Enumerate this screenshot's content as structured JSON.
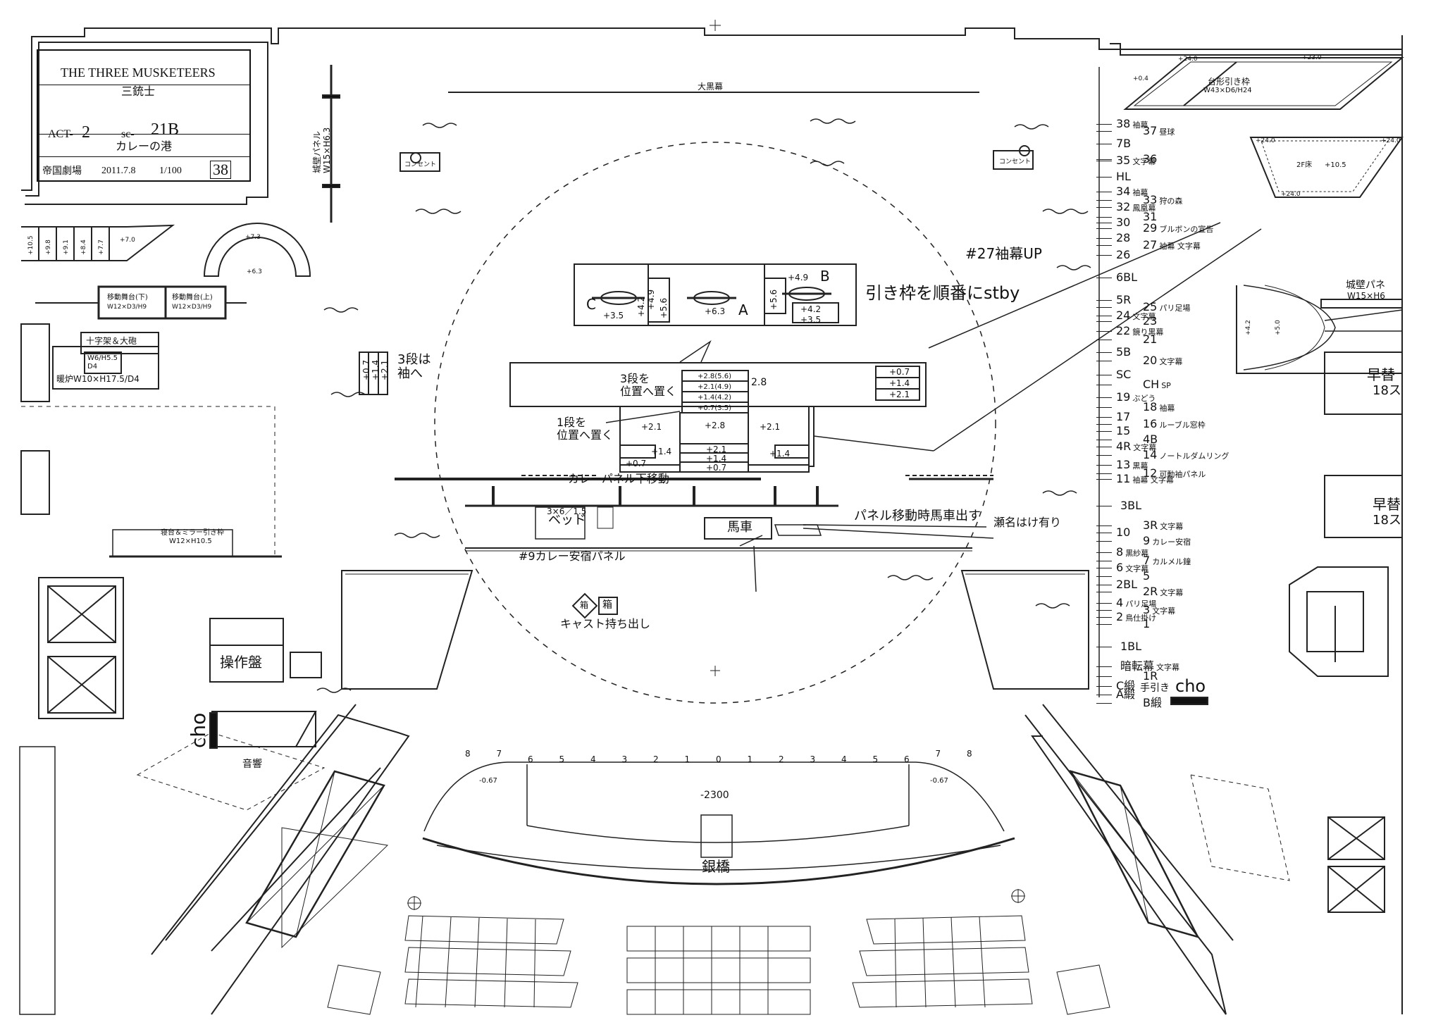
{
  "title_block": {
    "play_title": "THE THREE MUSKETEERS",
    "play_title_ja": "三銃士",
    "act_label": "ACT-",
    "act_no": "2",
    "scene_label": "sc-",
    "scene_no": "21B",
    "scene_name": "カレーの港",
    "venue": "帝国劇場",
    "date": "2011.7.8",
    "scale": "1/100",
    "sheet_no": "38"
  },
  "stage_labels": {
    "big_black_curtain": "大黒幕",
    "castle_wall_panel": "城壁パネル",
    "castle_wall_panel_size": "W15×H6.3",
    "console_left": "コンセント",
    "console_right": "コンセント",
    "curtain_up": "#27袖幕UP",
    "hikiwaku_stby": "引き枠を順番にstby",
    "frame_c": "C",
    "frame_a": "A",
    "frame_b": "B",
    "frame_c_h": "+3.5",
    "frame_a_h": "+6.3",
    "frame_b_h": "+4.9",
    "frame_b_sub1": "+4.2",
    "frame_b_sub2": "+3.5",
    "frame_c_sub1": "+4.2",
    "frame_c_sub2": "+4.9",
    "frame_a_sub": "+5.6",
    "frame_b_side": "+5.6",
    "three_tier_wing": "3段は",
    "three_tier_wing2": "袖へ",
    "three_tier_place": "3段を",
    "three_tier_place2": "位置へ置く",
    "one_tier_place": "1段を",
    "one_tier_place2": "位置へ置く",
    "step_28_56": "+2.8(5.6)",
    "step_21_49": "+2.1(4.9)",
    "step_14_42": "+1.4(4.2)",
    "step_07_35": "+0.7(3.5)",
    "step_28": "2.8",
    "step_left_07": "+0.7",
    "step_left_14": "+1.4",
    "step_left_21": "+2.1",
    "step_right_07": "+0.7",
    "step_right_14": "+1.4",
    "step_right_21": "+2.1",
    "stair_21_l": "+2.1",
    "stair_28": "+2.8",
    "stair_21_r": "+2.1",
    "stair_14_l": "+1.4",
    "stair_21_c": "+2.1",
    "stair_14_c": "+1.4",
    "stair_14_r": "+1.4",
    "stair_07_l": "+0.7",
    "stair_07_c": "+0.7",
    "calais_panel_move": "カレーパネル下移動",
    "bed": "ベッド",
    "bed_size": "3×6／1.5",
    "carriage": "馬車",
    "panel_move_carriage": "パネル移動時馬車出す",
    "senna_hake": "瀬名はけ有り",
    "calais_inn_panel": "#9カレー安宿パネル",
    "box_sym": "箱",
    "box": "箱",
    "cast_carry": "キャスト持ち出し",
    "operation_panel": "操作盤",
    "sound": "音響",
    "cho_left": "cho",
    "cho_right": "cho",
    "tehiki": "手引き",
    "silver_bridge": "銀橋",
    "pit_depth": "-2300",
    "pit_left": "-0.67",
    "pit_right": "-0.67",
    "moving_stage_lower": "移動舞台(下)",
    "moving_stage_lower_size": "W12×D3/H9",
    "moving_stage_upper": "移動舞台(上)",
    "moving_stage_upper_size": "W12×D3/H9",
    "cross_frame": "十字架＆大砲",
    "w6h55": "W6/H5.5",
    "d4": "D4",
    "fireplace": "暖炉W10×H17.5/D4",
    "bed_mirror_frame": "寝台＆ミラー引き枠",
    "bed_mirror_size": "W12×H10.5",
    "ramp_70": "+7.0",
    "ramp_77": "+7.7",
    "ramp_84": "+8.4",
    "ramp_91": "+9.1",
    "ramp_98": "+9.8",
    "ramp_105": "+10.5",
    "arch_73": "+7.3",
    "arch_63": "+6.3",
    "daikei_frame": "台形引き枠",
    "daikei_size": "W43×D6/H24",
    "daikei_240": "+24.0",
    "daikei_230": "+23.0",
    "daikei_04": "+0.4",
    "floor_2f": "2F床",
    "floor_2f_h": "+10.5",
    "floor_240a": "+24.0",
    "floor_240b": "+24.0",
    "floor_240c": "+24.0",
    "castle_wall_right": "城壁パネ",
    "castle_wall_right_size": "W15×H6",
    "castle_42": "+4.2",
    "castle_50": "+5.0",
    "quick_change_1": "早替",
    "quick_change_1b": "18ス",
    "quick_change_2": "早替",
    "quick_change_2b": "18ス"
  },
  "line_set": [
    {
      "no": "38",
      "name": "袖幕"
    },
    {
      "no": "37",
      "name": "昼球"
    },
    {
      "no": "7B",
      "name": ""
    },
    {
      "no": "36",
      "name": ""
    },
    {
      "no": "35",
      "name": "文字幕"
    },
    {
      "no": "HL",
      "name": ""
    },
    {
      "no": "34",
      "name": "袖幕"
    },
    {
      "no": "33",
      "name": "狩の森"
    },
    {
      "no": "32",
      "name": "鳳凰幕"
    },
    {
      "no": "31",
      "name": ""
    },
    {
      "no": "30",
      "name": ""
    },
    {
      "no": "29",
      "name": "ブルボンの宣告"
    },
    {
      "no": "28",
      "name": ""
    },
    {
      "no": "27",
      "name": "袖幕 文字幕"
    },
    {
      "no": "26",
      "name": ""
    },
    {
      "no": "6BL",
      "name": ""
    },
    {
      "no": "5R",
      "name": ""
    },
    {
      "no": "25",
      "name": "パリ足場"
    },
    {
      "no": "24",
      "name": "文字幕"
    },
    {
      "no": "23",
      "name": ""
    },
    {
      "no": "22",
      "name": "鏡り黒幕"
    },
    {
      "no": "21",
      "name": ""
    },
    {
      "no": "5B",
      "name": ""
    },
    {
      "no": "20",
      "name": "文字幕"
    },
    {
      "no": "SC",
      "name": ""
    },
    {
      "no": "CH",
      "name": "SP"
    },
    {
      "no": "19",
      "name": "ぶどう"
    },
    {
      "no": "18",
      "name": "袖幕"
    },
    {
      "no": "17",
      "name": ""
    },
    {
      "no": "16",
      "name": "ルーブル窓枠"
    },
    {
      "no": "15",
      "name": ""
    },
    {
      "no": "4B",
      "name": ""
    },
    {
      "no": "4R",
      "name": "文字幕"
    },
    {
      "no": "14",
      "name": "ノートルダムリング"
    },
    {
      "no": "13",
      "name": "黒幕"
    },
    {
      "no": "12",
      "name": "可動袖パネル"
    },
    {
      "no": "11",
      "name": "袖幕 文字幕"
    },
    {
      "no": "3BL",
      "name": ""
    },
    {
      "no": "3R",
      "name": "文字幕"
    },
    {
      "no": "10",
      "name": ""
    },
    {
      "no": "9",
      "name": "カレー安宿"
    },
    {
      "no": "8",
      "name": "黒紗幕"
    },
    {
      "no": "7",
      "name": "カルメル鐘"
    },
    {
      "no": "6",
      "name": "文字幕"
    },
    {
      "no": "5",
      "name": ""
    },
    {
      "no": "2BL",
      "name": ""
    },
    {
      "no": "2R",
      "name": "文字幕"
    },
    {
      "no": "4",
      "name": "パリ足場"
    },
    {
      "no": "3",
      "name": "文字幕"
    },
    {
      "no": "2",
      "name": "鳥仕掛け"
    },
    {
      "no": "1",
      "name": ""
    },
    {
      "no": "1BL",
      "name": ""
    },
    {
      "no": "暗転幕",
      "name": "文字幕"
    },
    {
      "no": "1R",
      "name": ""
    },
    {
      "no": "C緞",
      "name": ""
    },
    {
      "no": "A緞",
      "name": ""
    },
    {
      "no": "B緞",
      "name": ""
    }
  ],
  "pit_scale": [
    "8",
    "7",
    "6",
    "5",
    "4",
    "3",
    "2",
    "1",
    "0",
    "1",
    "2",
    "3",
    "4",
    "5",
    "6",
    "7",
    "8"
  ]
}
